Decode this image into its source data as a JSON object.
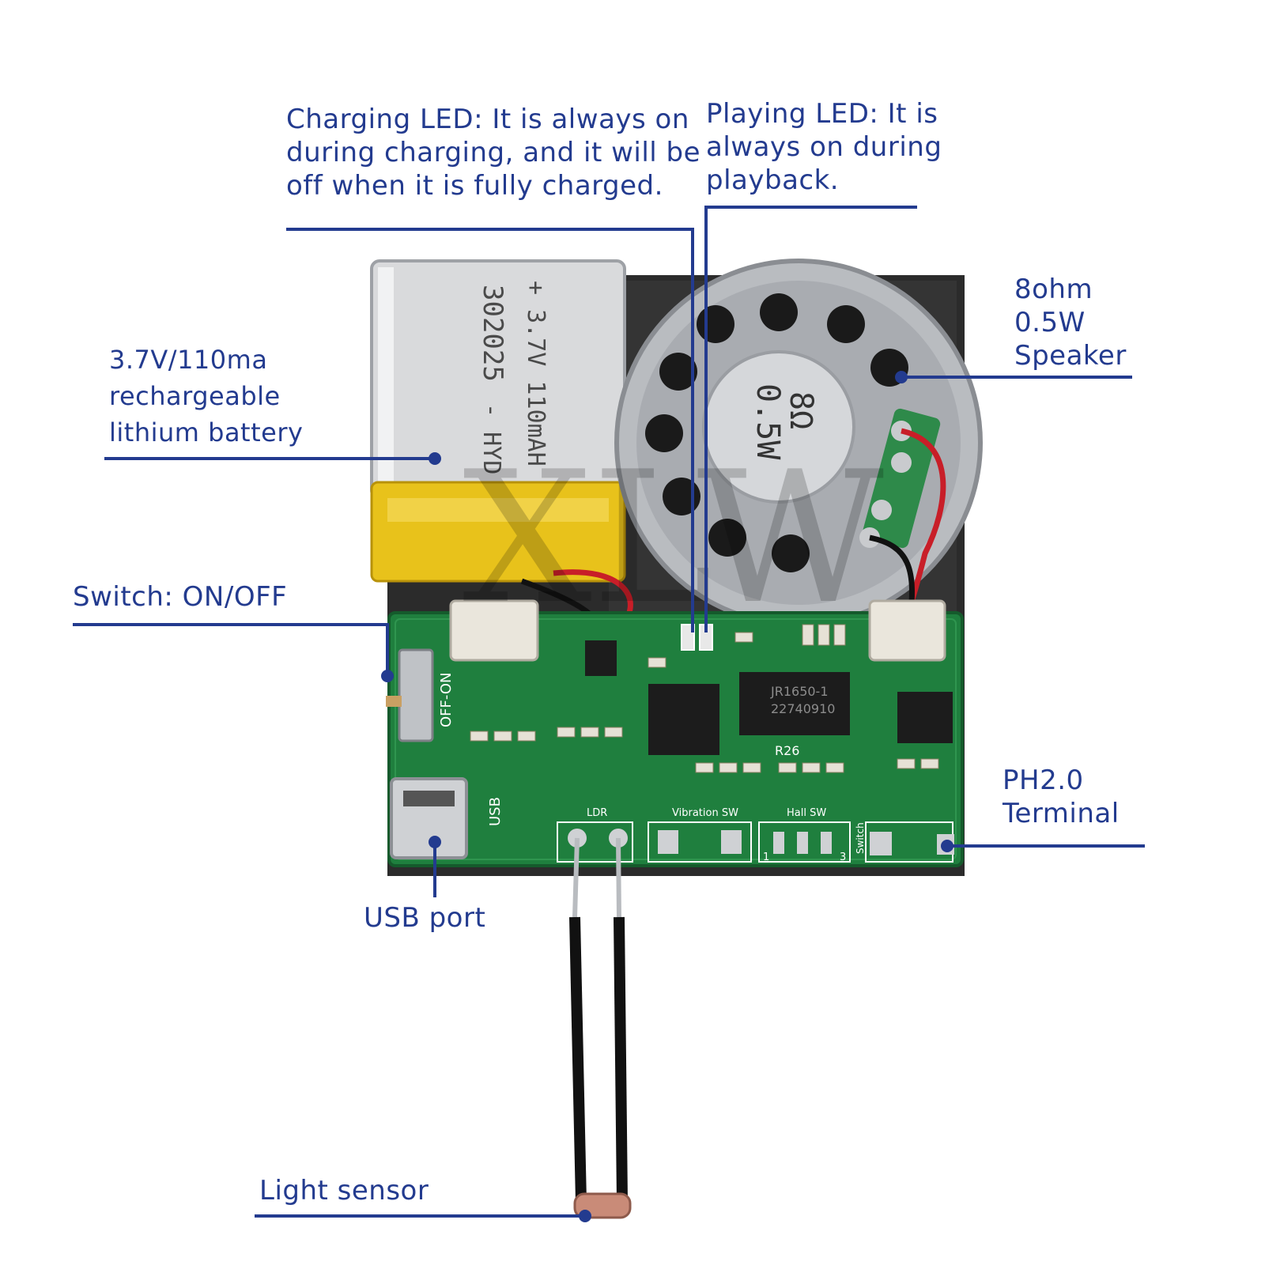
{
  "colors": {
    "annotation": "#233b8f",
    "pcb_green": "#1f7f3e",
    "board_black": "#2b2b2b",
    "battery_silver": "#d9dadc",
    "battery_yellow": "#e8c21b",
    "speaker_metal": "#b9bcc0",
    "wire_red": "#c81e28",
    "wire_black": "#111111"
  },
  "annotations": {
    "charging_led": [
      "Charging LED: It is always on",
      "during charging, and it will be",
      "off when it is fully charged."
    ],
    "playing_led": [
      "Playing LED: It is",
      "always on during",
      "playback."
    ],
    "speaker": [
      "8ohm",
      "0.5W",
      "Speaker"
    ],
    "battery": [
      "3.7V/110ma",
      "rechargeable",
      "lithium battery"
    ],
    "switch": "Switch: ON/OFF",
    "terminal": [
      "PH2.0",
      "Terminal"
    ],
    "usb_port": "USB port",
    "light_sensor": "Light sensor"
  },
  "battery_print": {
    "model": "302025",
    "brand": "- HYD",
    "spec": "+ 3.7V 110mAH"
  },
  "speaker_print": {
    "impedance": "8Ω",
    "power": "0.5W"
  },
  "chip_print": {
    "line1": "JR1650-1",
    "line2": "22740910"
  },
  "silkscreen": {
    "off_on": "OFF-ON",
    "usb": "USB",
    "ldr": "LDR",
    "vibration": "Vibration SW",
    "hall": "Hall SW",
    "switch": "Switch",
    "r26": "R26",
    "pin1": "1",
    "pin3": "3"
  },
  "watermark": "XLW"
}
